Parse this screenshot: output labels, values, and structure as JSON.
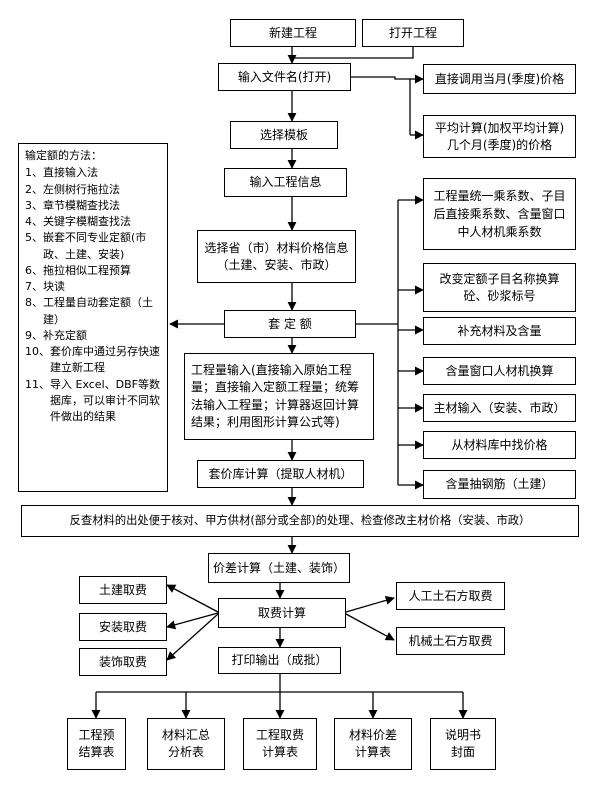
{
  "main_flow": {
    "new_project": "新建工程",
    "open_project": "打开工程",
    "input_filename": "输入文件名(打开)",
    "select_template": "选择模板",
    "input_project_info": "输入工程信息",
    "select_price_info": "选择省（市）材料价格信息\n（土建、安装、市政）",
    "apply_quota": "套 定 额",
    "quantity_input": "工程量输入(直接输入原始工程量；直接输入定额工程量；统筹法输入工程量；计算器返回计算结果；利用图形计算公式等)",
    "price_lib_calc": "套价库计算（提取人材机）",
    "reverse_check": "反查材料的出处便于核对、甲方供材(部分或全部)的处理、检查修改主材价格（安装、市政）",
    "price_diff_calc": "价差计算（土建、装饰）",
    "fee_calc": "取费计算",
    "print_output": "打印输出（成批）"
  },
  "price_options": {
    "current_month": "直接调用当月(季度)价格",
    "average": "平均计算(加权平均计算)\n几个月(季度)的价格"
  },
  "quota_methods": {
    "title": "输定额的方法：",
    "items": [
      {
        "num": "1、",
        "text": "直接输入法"
      },
      {
        "num": "2、",
        "text": "左侧树行拖拉法"
      },
      {
        "num": "3、",
        "text": "章节模糊查找法"
      },
      {
        "num": "4、",
        "text": "关键字模糊查找法"
      },
      {
        "num": "5、",
        "text": "嵌套不同专业定额(市政、土建、安装)"
      },
      {
        "num": "6、",
        "text": "拖拉相似工程预算"
      },
      {
        "num": "7、",
        "text": "块读"
      },
      {
        "num": "8、",
        "text": "工程量自动套定额（土建）"
      },
      {
        "num": "9、",
        "text": "补充定额"
      },
      {
        "num": "10、",
        "text": "套价库中通过另存快速建立新工程"
      },
      {
        "num": "11、",
        "text": "导入 Excel、DBF等数据库，可以审计不同软件做出的结果"
      }
    ]
  },
  "quota_options": {
    "coef": "工程量统一乘系数、子目后直接乘系数、含量窗口中人材机乘系数",
    "rename": "改变定额子目名称换算砼、砂浆标号",
    "supplement": "补充材料及含量",
    "content_window": "含量窗口人材机换算",
    "main_material": "主材输入（安装、市政）",
    "lib_price": "从材料库中找价格",
    "rebar": "含量抽钢筋（土建）"
  },
  "fee_left": {
    "civil": "土建取费",
    "install": "安装取费",
    "decoration": "装饰取费"
  },
  "fee_right": {
    "manual_earth": "人工土石方取费",
    "machine_earth": "机械土石方取费"
  },
  "outputs": {
    "budget": "工程预\n结算表",
    "material_summary": "材料汇总\n分析表",
    "fee_table": "工程取费\n计算表",
    "price_diff": "材料价差\n计算表",
    "manual": "说明书\n封面"
  },
  "colors": {
    "line": "#000000",
    "box_border": "#000000",
    "background": "#ffffff"
  }
}
